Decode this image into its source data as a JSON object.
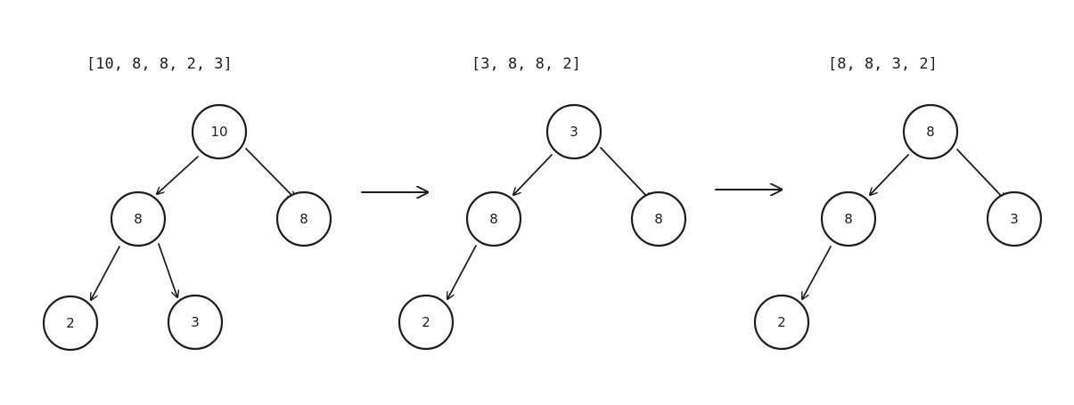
{
  "colors": {
    "ink": "#1e1e1e",
    "background": "#ffffff"
  },
  "steps": [
    {
      "array_label": "[10, 8, 8, 2, 3]",
      "nodes": [
        "10",
        "8",
        "8",
        "2",
        "3"
      ]
    },
    {
      "array_label": "[3, 8, 8, 2]",
      "nodes": [
        "3",
        "8",
        "8",
        "2"
      ]
    },
    {
      "array_label": "[8, 8, 3, 2]",
      "nodes": [
        "8",
        "8",
        "3",
        "2"
      ]
    }
  ]
}
